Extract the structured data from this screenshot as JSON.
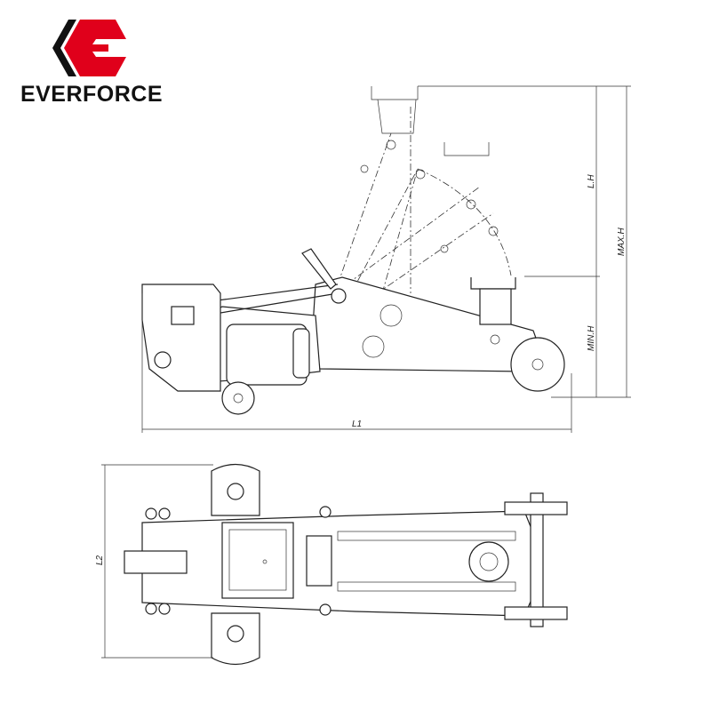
{
  "brand": {
    "name": "EVERFORCE",
    "colors": {
      "red": "#e0001b",
      "black": "#111111"
    }
  },
  "side_view": {
    "dimensions": {
      "lift_height": "L.H",
      "max_height": "MAX.H",
      "min_height": "MIN.H",
      "length": "L1"
    }
  },
  "top_view": {
    "dimensions": {
      "width": "L2"
    }
  }
}
